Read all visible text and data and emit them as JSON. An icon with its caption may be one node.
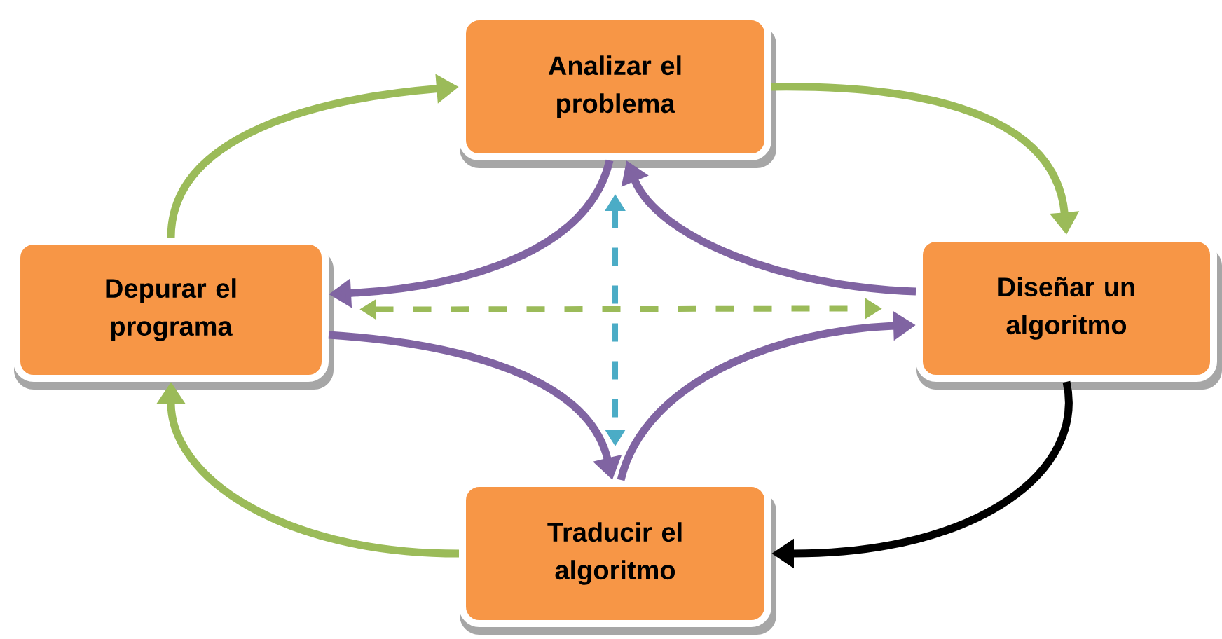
{
  "diagram": {
    "nodes": [
      {
        "text": [
          "Analizar el problema"
        ]
      },
      {
        "text": [
          "Depurar el programa"
        ]
      },
      {
        "text": [
          "Diseñar un algoritmo"
        ]
      },
      {
        "text": [
          "Traducir el algoritmo"
        ]
      }
    ],
    "edges": [
      {
        "from": 1,
        "to": 0,
        "arrow": "to",
        "color": "#9bbb59"
      },
      {
        "from": 0,
        "to": 2,
        "arrow": "to",
        "color": "#9bbb59"
      },
      {
        "from": 2,
        "to": 3,
        "arrow": "to",
        "color": "#000000"
      },
      {
        "from": 3,
        "to": 1,
        "arrow": "to",
        "color": "#9bbb59"
      },
      {
        "from": 2,
        "to": 0,
        "arrow": "to",
        "color": "#8064a2"
      },
      {
        "from": 0,
        "to": 1,
        "arrow": "to",
        "color": "#8064a2"
      },
      {
        "from": 1,
        "to": 3,
        "arrow": "to",
        "color": "#8064a2"
      },
      {
        "from": 3,
        "to": 2,
        "arrow": "to",
        "color": "#8064a2"
      },
      {
        "from": 1,
        "to": 2,
        "arrow": "both",
        "style": "dashed",
        "color": "#9bbb59"
      },
      {
        "from": 0,
        "to": 3,
        "arrow": "both",
        "style": "dashed",
        "color": "#4bacc6"
      }
    ]
  }
}
